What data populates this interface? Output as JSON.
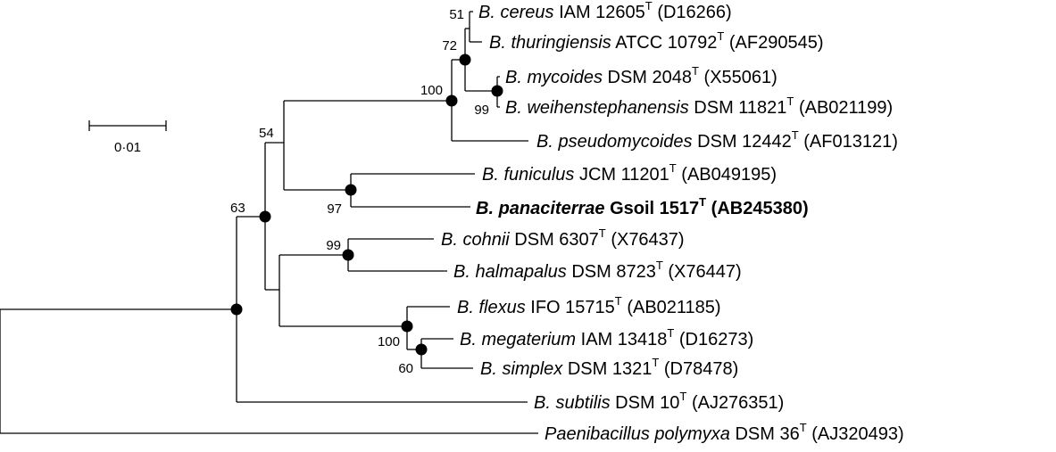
{
  "colors": {
    "line": "#000000",
    "background": "#ffffff"
  },
  "scale_bar": {
    "label": "0·01"
  },
  "taxa": [
    {
      "id": "cereus",
      "genus": "B.",
      "species": "cereus",
      "strain": "IAM 12605",
      "type_mark": "T",
      "accession": "(D16266)",
      "highlight": false
    },
    {
      "id": "thuringiensis",
      "genus": "B.",
      "species": "thuringiensis",
      "strain": "ATCC 10792",
      "type_mark": "T",
      "accession": "(AF290545)",
      "highlight": false
    },
    {
      "id": "mycoides",
      "genus": "B.",
      "species": "mycoides",
      "strain": "DSM 2048",
      "type_mark": "T",
      "accession": "(X55061)",
      "highlight": false
    },
    {
      "id": "weihenstephanensis",
      "genus": "B.",
      "species": "weihenstephanensis",
      "strain": "DSM 11821",
      "type_mark": "T",
      "accession": "(AB021199)",
      "highlight": false
    },
    {
      "id": "pseudomycoides",
      "genus": "B.",
      "species": "pseudomycoides",
      "strain": "DSM 12442",
      "type_mark": "T",
      "accession": "(AF013121)",
      "highlight": false
    },
    {
      "id": "funiculus",
      "genus": "B.",
      "species": "funiculus",
      "strain": "JCM 11201",
      "type_mark": "T",
      "accession": "(AB049195)",
      "highlight": false
    },
    {
      "id": "panaciterrae",
      "genus": "B.",
      "species": "panaciterrae",
      "strain": "Gsoil 1517",
      "type_mark": "T",
      "accession": "(AB245380)",
      "highlight": true
    },
    {
      "id": "cohnii",
      "genus": "B.",
      "species": "cohnii",
      "strain": "DSM 6307",
      "type_mark": "T",
      "accession": "(X76437)",
      "highlight": false
    },
    {
      "id": "halmapalus",
      "genus": "B.",
      "species": "halmapalus",
      "strain": "DSM 8723",
      "type_mark": "T",
      "accession": "(X76447)",
      "highlight": false
    },
    {
      "id": "flexus",
      "genus": "B.",
      "species": "flexus",
      "strain": "IFO 15715",
      "type_mark": "T",
      "accession": "(AB021185)",
      "highlight": false
    },
    {
      "id": "megaterium",
      "genus": "B.",
      "species": "megaterium",
      "strain": "IAM 13418",
      "type_mark": "T",
      "accession": "(D16273)",
      "highlight": false
    },
    {
      "id": "simplex",
      "genus": "B.",
      "species": "simplex",
      "strain": "DSM 1321",
      "type_mark": "T",
      "accession": "(D78478)",
      "highlight": false
    },
    {
      "id": "subtilis",
      "genus": "B.",
      "species": "subtilis",
      "strain": "DSM 10",
      "type_mark": "T",
      "accession": "(AJ276351)",
      "highlight": false
    },
    {
      "id": "polymyxa",
      "genus": "Paenibacillus",
      "species": "polymyxa",
      "strain": "DSM 36",
      "type_mark": "T",
      "accession": "(AJ320493)",
      "highlight": false
    }
  ],
  "bootstrap": [
    {
      "id": "n_cereus_thur",
      "value": "51"
    },
    {
      "id": "n_cereus_group",
      "value": "72"
    },
    {
      "id": "n_myc_weih",
      "value": "99"
    },
    {
      "id": "n_cereus_clade",
      "value": "100"
    },
    {
      "id": "n_fun_pan",
      "value": "97"
    },
    {
      "id": "n_upper",
      "value": "54"
    },
    {
      "id": "n_ingroup",
      "value": "63"
    },
    {
      "id": "n_coh_hal",
      "value": "99"
    },
    {
      "id": "n_flexus_group",
      "value": "100"
    },
    {
      "id": "n_meg_simp",
      "value": "60"
    }
  ]
}
